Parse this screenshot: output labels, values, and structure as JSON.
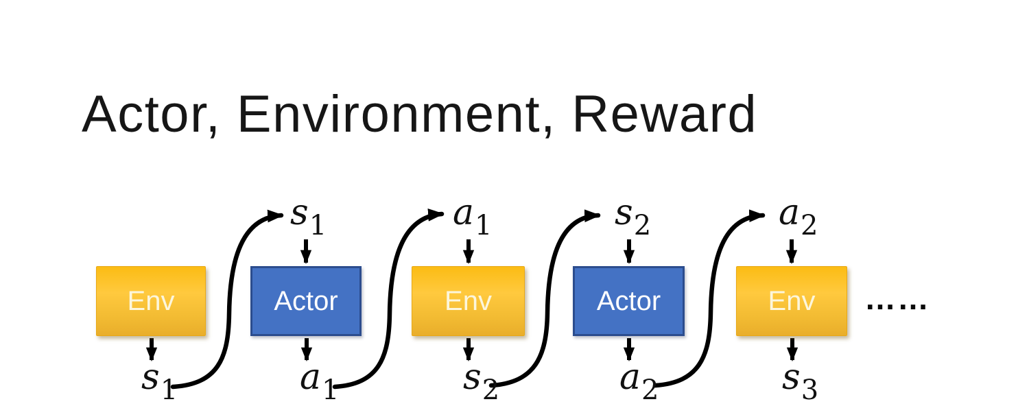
{
  "title": "Actor, Environment, Reward",
  "diagram": {
    "boxes": [
      {
        "label": "Env"
      },
      {
        "label": "Actor"
      },
      {
        "label": "Env"
      },
      {
        "label": "Actor"
      },
      {
        "label": "Env"
      }
    ],
    "top_labels": [
      {
        "base": "s",
        "sub": "1"
      },
      {
        "base": "a",
        "sub": "1"
      },
      {
        "base": "s",
        "sub": "2"
      },
      {
        "base": "a",
        "sub": "2"
      }
    ],
    "bottom_labels": [
      {
        "base": "s",
        "sub": "1"
      },
      {
        "base": "a",
        "sub": "1"
      },
      {
        "base": "s",
        "sub": "2"
      },
      {
        "base": "a",
        "sub": "2"
      },
      {
        "base": "s",
        "sub": "3"
      }
    ],
    "ellipsis": "……"
  },
  "colors": {
    "env_fill_top": "#FBBC14",
    "env_fill_mid": "#FFC93E",
    "env_fill_bottom": "#E9AE2B",
    "env_text": "#FCF6DC",
    "actor_fill": "#4472C4",
    "actor_border": "#2C4D8E",
    "actor_text": "#FFFFFF",
    "arrow": "#000000"
  }
}
